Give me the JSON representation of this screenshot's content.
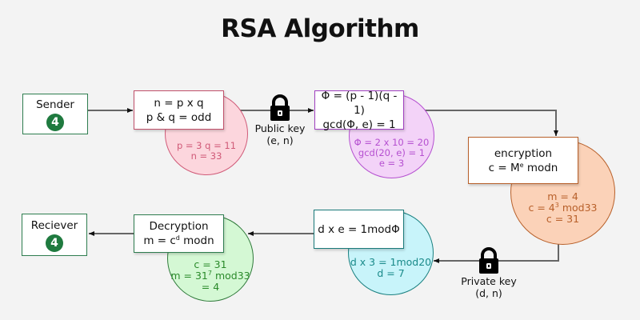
{
  "title": "RSA Algorithm",
  "colors": {
    "background": "#f3f3f3",
    "connector": "#666666",
    "badge": "#1f7a3f",
    "sender_border": "#2e7d4f",
    "pink": "#d05a78",
    "purple": "#b550d0",
    "orange": "#b8602a",
    "teal": "#1a8a8a",
    "green": "#2a8a2a"
  },
  "sender": {
    "label": "Sender",
    "badge": "4"
  },
  "receiver": {
    "label": "Reciever",
    "badge": "4"
  },
  "steps": {
    "key_gen": {
      "box_lines": [
        "n = p x q",
        "p & q = odd"
      ],
      "example_lines": [
        "p = 3   q = 11",
        "n = 33"
      ]
    },
    "phi": {
      "box_lines": [
        "Φ = (p - 1)(q - 1)",
        "gcd(Φ, e) = 1"
      ],
      "example_lines": [
        "Φ = 2 x 10 = 20",
        "gcd(20, e) = 1",
        "e = 3"
      ]
    },
    "encryption": {
      "box_title": "encryption",
      "box_formula": {
        "base": "c = M",
        "exp": "e",
        "rest": " modn"
      },
      "example_line1": "m = 4",
      "example_line2": {
        "base": "c = 4",
        "exp": "3",
        "rest": " mod33"
      },
      "example_line3": "c = 31"
    },
    "private": {
      "box_lines": [
        "d x e = 1modΦ"
      ],
      "example_lines": [
        "d x 3 = 1mod20",
        "d = 7"
      ]
    },
    "decryption": {
      "box_title": "Decryption",
      "box_formula": {
        "base": "m = c",
        "exp": "d",
        "rest": " modn"
      },
      "example_line1": "c = 31",
      "example_line2": {
        "base": "m = 31",
        "exp": "7",
        "rest": " mod33"
      },
      "example_line3": "= 4"
    }
  },
  "public_key": {
    "label": "Public key",
    "value": "(e, n)",
    "icon": "lock-icon"
  },
  "private_key": {
    "label": "Private key",
    "value": "(d, n)",
    "icon": "lock-icon"
  }
}
